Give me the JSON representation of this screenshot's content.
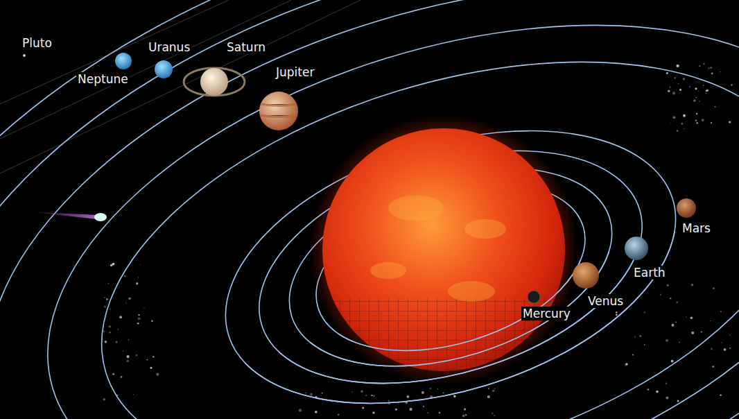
{
  "diagram": {
    "labels": [
      "Pluto",
      "Uranus",
      "Saturn",
      "Neptune",
      "Jupiter",
      "Mars",
      "Earth",
      "Venus",
      "Mercury"
    ]
  }
}
